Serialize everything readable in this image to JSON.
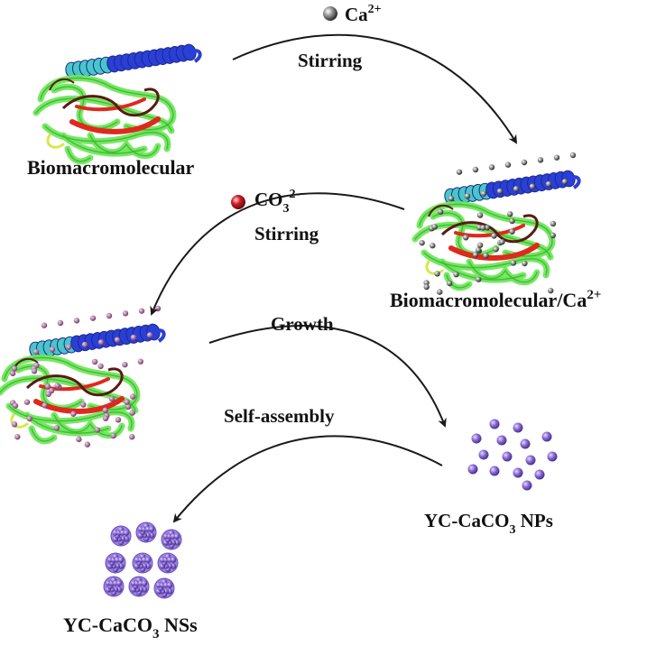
{
  "labels": {
    "biomacromolecular": "Biomacromolecular",
    "complex_base": "Biomacromolecular/Ca",
    "complex_sup": "2+",
    "nps_pre": "YC-CaCO",
    "nps_sub": "3",
    "nps_post": " NPs",
    "nss_pre": "YC-CaCO",
    "nss_sub": "3",
    "nss_post": " NSs"
  },
  "steps": [
    {
      "reagent_base": "Ca",
      "reagent_sub": "",
      "reagent_sup": "2+",
      "action": "Stirring"
    },
    {
      "reagent_base": "CO",
      "reagent_sub": "3",
      "reagent_sup": "2-",
      "action": "Stirring"
    },
    {
      "action": "Growth"
    },
    {
      "action": "Self-assembly"
    }
  ],
  "colors": {
    "helix_blue": "#2a3fd6",
    "helix_cyan": "#49c6c9",
    "sheet_green": "#6ee85a",
    "strand_red": "#e0281c",
    "coil_dark": "#5a1a14",
    "calcium_grey": "#8c8c8c",
    "carbonate_red": "#c0161e",
    "particle_purple": "#8a6bd6",
    "arrow": "#1a1a1a"
  }
}
